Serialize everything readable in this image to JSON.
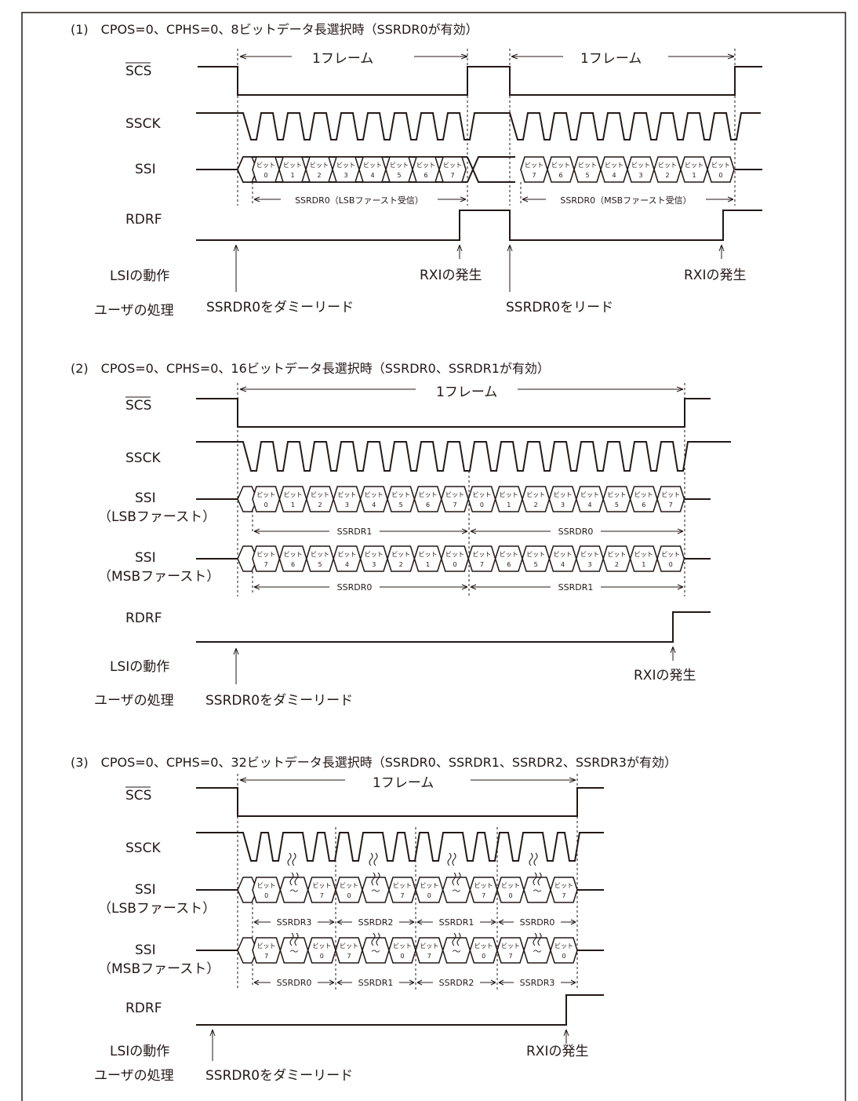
{
  "sections": [
    {
      "title": "(1)　CPOS=0、CPHS=0、8ビットデータ長選択時（SSRDR0が有効）",
      "frame_label": "1フレーム",
      "signals": {
        "scs": "SCS",
        "ssck": "SSCK",
        "ssi": "SSI",
        "rdrf": "RDRF"
      },
      "bit_word": "ビット",
      "frames": [
        {
          "bits": [
            "0",
            "1",
            "2",
            "3",
            "4",
            "5",
            "6",
            "7"
          ],
          "register_note": "SSRDR0（LSBファースト受信）",
          "rxi": "RXIの発生"
        },
        {
          "bits": [
            "7",
            "6",
            "5",
            "4",
            "3",
            "2",
            "1",
            "0"
          ],
          "register_note": "SSRDR0（MSBファースト受信）",
          "rxi": "RXIの発生"
        }
      ],
      "lsi_label": "LSIの動作",
      "user_label": "ユーザの処理",
      "user_actions": [
        "SSRDR0をダミーリード",
        "SSRDR0をリード"
      ]
    },
    {
      "title": "(2)　CPOS=0、CPHS=0、16ビットデータ長選択時（SSRDR0、SSRDR1が有効）",
      "frame_label": "1フレーム",
      "signals": {
        "scs": "SCS",
        "ssck": "SSCK",
        "ssi": "SSI",
        "lsb": "（LSBファースト）",
        "msb": "（MSBファースト）",
        "rdrf": "RDRF"
      },
      "lsb_bits": [
        "0",
        "1",
        "2",
        "3",
        "4",
        "5",
        "6",
        "7",
        "0",
        "1",
        "2",
        "3",
        "4",
        "5",
        "6",
        "7"
      ],
      "lsb_registers": [
        "SSRDR1",
        "SSRDR0"
      ],
      "msb_bits": [
        "7",
        "6",
        "5",
        "4",
        "3",
        "2",
        "1",
        "0",
        "7",
        "6",
        "5",
        "4",
        "3",
        "2",
        "1",
        "0"
      ],
      "msb_registers": [
        "SSRDR0",
        "SSRDR1"
      ],
      "rxi": "RXIの発生",
      "lsi_label": "LSIの動作",
      "user_label": "ユーザの処理",
      "user_action": "SSRDR0をダミーリード"
    },
    {
      "title": "(3)　CPOS=0、CPHS=0、32ビットデータ長選択時（SSRDR0、SSRDR1、SSRDR2、SSRDR3が有効）",
      "frame_label": "1フレーム",
      "signals": {
        "scs": "SCS",
        "ssck": "SSCK",
        "ssi": "SSI",
        "lsb": "（LSBファースト）",
        "msb": "（MSBファースト）",
        "rdrf": "RDRF"
      },
      "tilde": "～",
      "lsb_bits": [
        "0",
        "7",
        "0",
        "7",
        "0",
        "7",
        "0",
        "7"
      ],
      "lsb_registers": [
        "SSRDR3",
        "SSRDR2",
        "SSRDR1",
        "SSRDR0"
      ],
      "msb_bits": [
        "7",
        "0",
        "7",
        "0",
        "7",
        "0",
        "7",
        "0"
      ],
      "msb_registers": [
        "SSRDR0",
        "SSRDR1",
        "SSRDR2",
        "SSRDR3"
      ],
      "rxi": "RXIの発生",
      "lsi_label": "LSIの動作",
      "user_label": "ユーザの処理",
      "user_action": "SSRDR0をダミーリード"
    }
  ]
}
